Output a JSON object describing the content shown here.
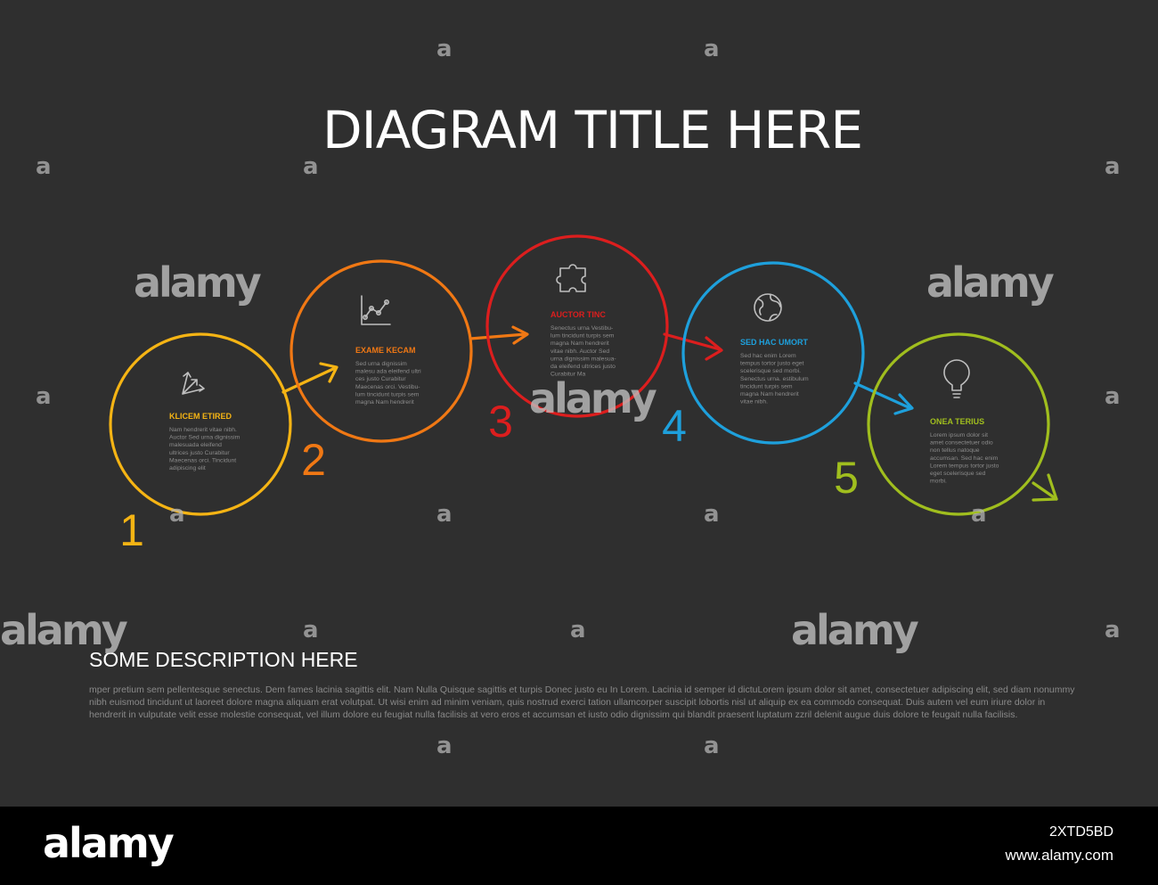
{
  "title": "DIAGRAM TITLE HERE",
  "steps": [
    {
      "number": "1",
      "title": "KLICEM ETIRED",
      "color": "#f5b414",
      "icon": "scatter-arrows-icon",
      "text": [
        "Nam hendrerit vitae nibh.",
        "Auctor Sed urna dignissim",
        "malesuada eleifend",
        "ultrices justo Curabitur",
        "Maecenas orci. Tincidunt",
        "adipiscing elit"
      ]
    },
    {
      "number": "2",
      "title": "EXAME KECAM",
      "color": "#f07814",
      "icon": "line-chart-icon",
      "text": [
        "Sed urna dignissim",
        "malesu ada eleifend ultri",
        "ces justo Curabitur",
        "Maecenas orci. Vestibu-",
        "lum tincidunt turpis sem",
        "magna Nam hendrerit"
      ]
    },
    {
      "number": "3",
      "title": "AUCTOR TINC",
      "color": "#dc1e1e",
      "icon": "puzzle-piece-icon",
      "text": [
        "Senectus urna Vestibu-",
        "lum tincidunt turpis sem",
        "magna Nam hendrerit",
        "vitae nibh. Auctor Sed",
        "urna dignissim malesua-",
        "da eleifend ultrices justo",
        "Curabitur Ma"
      ]
    },
    {
      "number": "4",
      "title": "SED HAC UMORT",
      "color": "#1ea0dc",
      "icon": "globe-icon",
      "text": [
        "Sed hac enim Lorem",
        "tempus tortor justo eget",
        "scelerisque sed morbi.",
        "Senectus urna. estibulum",
        "tincidunt turpis sem",
        "magna Nam hendrerit",
        "vitae nibh."
      ]
    },
    {
      "number": "5",
      "title": "ONEA TERIUS",
      "color": "#a0be1e",
      "icon": "light-bulb-icon",
      "text": [
        "Lorem ipsum dolor sit",
        "amet consectetuer odio",
        "non tellus natoque",
        "accumsan. Sed hac enim",
        "Lorem tempus tortor justo",
        "eget scelerisque sed",
        "morbi."
      ]
    }
  ],
  "description": {
    "title": "SOME DESCRIPTION HERE",
    "text": "mper pretium sem pellentesque senectus. Dem fames lacinia sagittis elit. Nam Nulla Quisque sagittis et turpis Donec justo eu In Lorem. Lacinia id semper id dictuLorem ipsum dolor sit amet, consectetuer adipiscing elit, sed diam nonummy nibh euismod tincidunt ut laoreet dolore magna aliquam erat volutpat. Ut wisi enim ad minim veniam, quis nostrud exerci tation ullamcorper suscipit lobortis nisl ut aliquip ex ea commodo consequat. Duis autem vel eum iriure dolor in hendrerit in vulputate velit esse molestie consequat, vel illum dolore eu feugiat nulla facilisis at vero eros et accumsan et iusto odio dignissim qui blandit praesent luptatum zzril delenit augue duis dolore te feugait nulla facilisis."
  },
  "watermark": {
    "word": "alamy",
    "mark": "a"
  },
  "footer": {
    "logo": "alamy",
    "image_id": "2XTD5BD",
    "url": "www.alamy.com"
  }
}
